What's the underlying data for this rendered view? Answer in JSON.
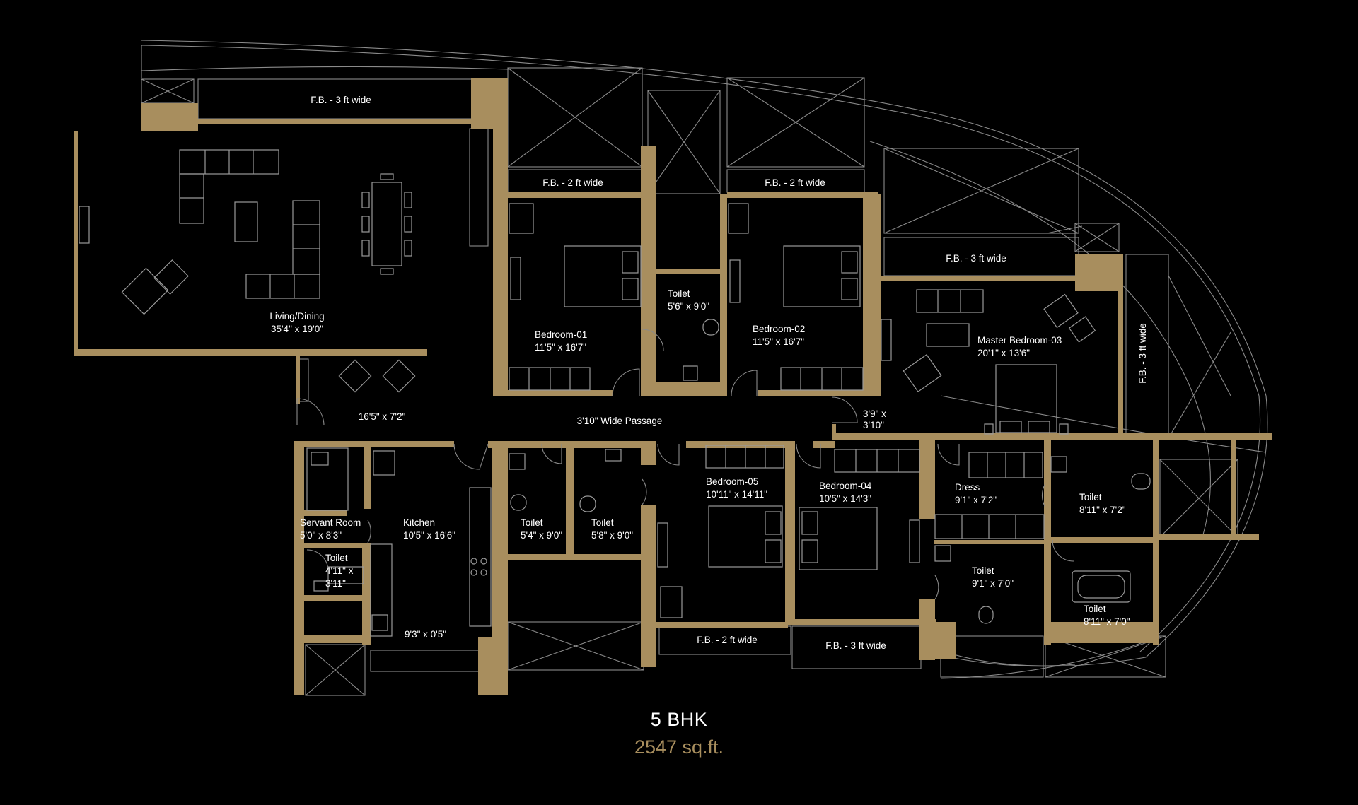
{
  "plan": {
    "type": "5 BHK",
    "area": "2547 sq.ft."
  },
  "rooms": {
    "living_dining": {
      "name": "Living/Dining",
      "size": "35'4\" x 19'0\""
    },
    "lobby": {
      "size": "16'5\" x 7'2\""
    },
    "passage": {
      "name": "3'10\" Wide Passage"
    },
    "bedroom_01": {
      "name": "Bedroom-01",
      "size": "11'5\" x 16'7\""
    },
    "bedroom_02": {
      "name": "Bedroom-02",
      "size": "11'5\" x 16'7\""
    },
    "master_bedroom_03": {
      "name": "Master Bedroom-03",
      "size": "20'1\" x 13'6\""
    },
    "bedroom_04": {
      "name": "Bedroom-04",
      "size": "10'5\" x 14'3\""
    },
    "bedroom_05": {
      "name": "Bedroom-05",
      "size": "10'11\" x 14'11\""
    },
    "toilet_b1_b2": {
      "name": "Toilet",
      "size": "5'6\" x 9'0\""
    },
    "toilet_a": {
      "name": "Toilet",
      "size": "5'4\" x 9'0\""
    },
    "toilet_b": {
      "name": "Toilet",
      "size": "5'8\" x 9'0\""
    },
    "toilet_servant": {
      "name": "Toilet",
      "size_line1": "4'11\" x",
      "size_line2": "3'11\""
    },
    "toilet_dress": {
      "name": "Toilet",
      "size": "9'1\" x 7'0\""
    },
    "toilet_master": {
      "name": "Toilet",
      "size": "8'11\" x 7'2\""
    },
    "toilet_bath": {
      "name": "Toilet",
      "size": "8'11\" x 7'0\""
    },
    "servant_room": {
      "name": "Servant Room",
      "size": "5'0\" x 8'3\""
    },
    "kitchen": {
      "name": "Kitchen",
      "size": "10'5\" x 16'6\""
    },
    "utility": {
      "size": "9'3\" x 0'5\""
    },
    "dress": {
      "name": "Dress",
      "size": "9'1\" x 7'2\""
    },
    "foyer_master": {
      "size_line1": "3'9\" x",
      "size_line2": "3'10\""
    }
  },
  "balconies": {
    "fb_top_left": "F.B. - 3 ft wide",
    "fb_b1": "F.B. - 2 ft wide",
    "fb_b2": "F.B. - 2 ft wide",
    "fb_master": "F.B. - 3 ft wide",
    "fb_right": "F.B. - 3 ft wide",
    "fb_b5": "F.B. - 2 ft wide",
    "fb_b4": "F.B. - 3 ft wide"
  },
  "colors": {
    "background": "#000000",
    "wall": "#a88e5e",
    "linework": "#8a8a8a",
    "label": "#ffffff",
    "area_text": "#a88e5e"
  }
}
